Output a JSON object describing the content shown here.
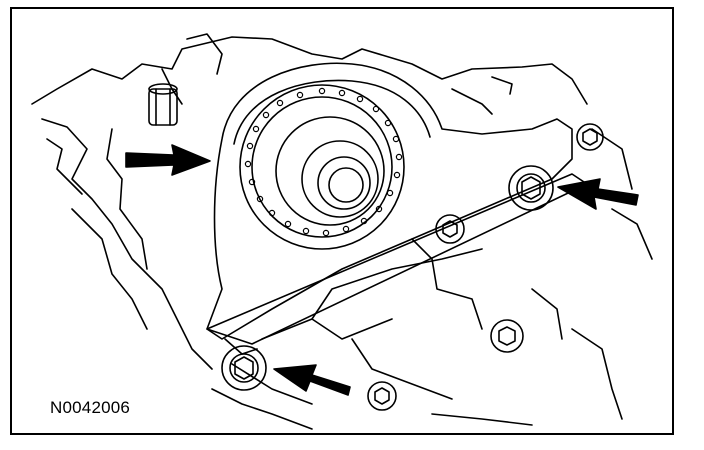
{
  "figure": {
    "id_label": "N0042006"
  },
  "colors": {
    "line": "#000000",
    "background": "#ffffff"
  },
  "callouts": [
    {
      "name": "arrow-seal-retainer",
      "direction": "right"
    },
    {
      "name": "arrow-upper-bolt",
      "direction": "left"
    },
    {
      "name": "arrow-lower-bolt",
      "direction": "left"
    }
  ]
}
